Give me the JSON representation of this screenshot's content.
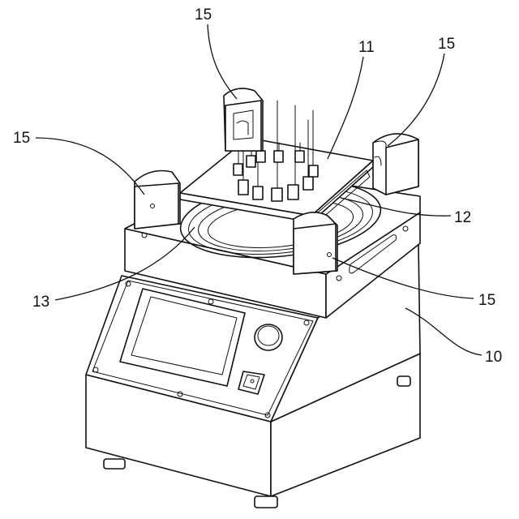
{
  "figure": {
    "labels": {
      "base": "10",
      "plate": "11",
      "fixture": "12",
      "ring": "13",
      "clamp_top_left": "15",
      "clamp_top_right": "15",
      "clamp_left": "15",
      "clamp_front_right": "15"
    }
  }
}
